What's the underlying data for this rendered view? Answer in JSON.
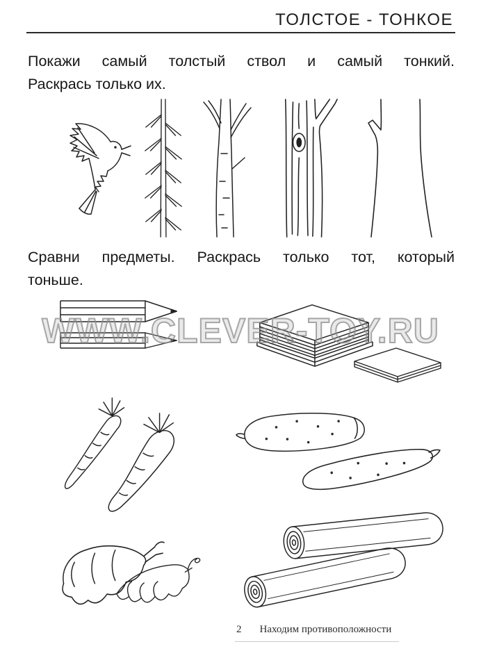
{
  "header": {
    "title": "ТОЛСТОЕ - ТОНКОЕ"
  },
  "task1": {
    "line1": "Покажи самый толстый ствол и самый тонкий.",
    "line2": "Раскрась только их."
  },
  "task2": {
    "line1": "Сравни предметы. Раскрась только тот, который",
    "line2": "тоньше."
  },
  "watermark": "WWW.CLEVER-TOY.RU",
  "footer": {
    "page_number": "2",
    "series": "Находим противоположности"
  },
  "figures": {
    "row1": [
      "flying-bird",
      "thin-spruce-trunk",
      "birch-trunk",
      "thick-trunk-with-knot",
      "thickest-trunk"
    ],
    "pairs": [
      "thick-pencil",
      "thin-pencil",
      "thick-book",
      "thin-book",
      "thin-carrot",
      "thick-carrot",
      "thick-cucumber",
      "thin-cucumber",
      "thick-pea-pod",
      "thin-pea-pod",
      "thick-log",
      "thin-log"
    ]
  },
  "colors": {
    "ink": "#222222",
    "watermark_gray": "#8c8c8c"
  }
}
